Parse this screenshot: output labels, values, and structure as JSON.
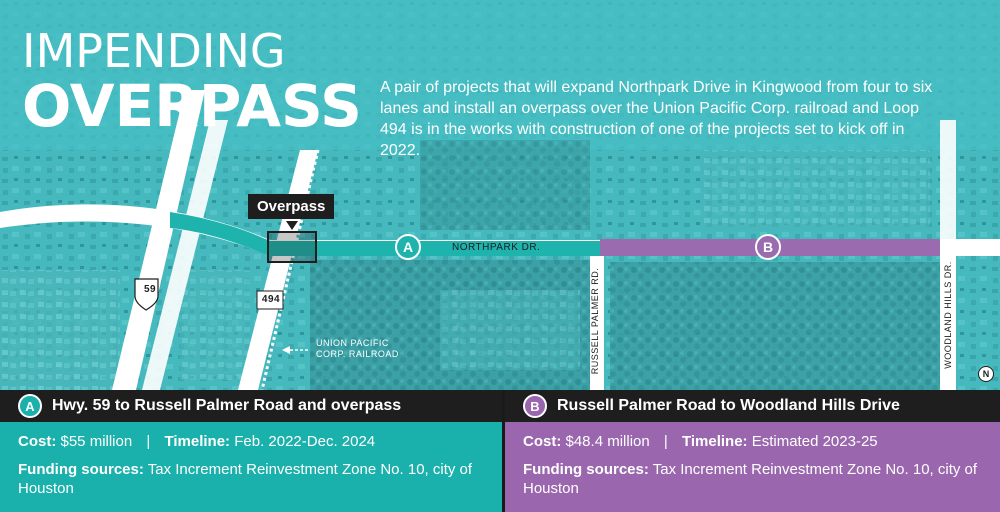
{
  "title": {
    "line1": "IMPENDING",
    "line2": "OVERPASS"
  },
  "intro": "A pair of projects that will expand Northpark Drive in Kingwood from four to six lanes and install an overpass over the Union Pacific Corp. railroad and Loop 494 is in the works with construction of one of the projects set to kick off in 2022.",
  "map": {
    "callout": "Overpass",
    "roads": {
      "northpark": "NORTHPARK DR.",
      "russell": "RUSSELL PALMER RD.",
      "woodland": "WOODLAND HILLS DR.",
      "hwy59": "59",
      "loop494": "494",
      "railroad": "UNION PACIFIC\nCORP. RAILROAD"
    },
    "markers": {
      "a": "A",
      "b": "B"
    },
    "compass": "N",
    "colors": {
      "map_teal": "#3fb8bd",
      "route_a": "#1fb3ad",
      "route_b": "#9b6bb0"
    }
  },
  "projects": [
    {
      "marker": "A",
      "heading": "Hwy. 59 to Russell Palmer Road and overpass",
      "cost_label": "Cost:",
      "cost_value": "$55 million",
      "timeline_label": "Timeline:",
      "timeline_value": "Feb. 2022-Dec. 2024",
      "funding_label": "Funding sources:",
      "funding_value": "Tax Increment Reinvestment Zone No. 10, city of Houston",
      "color": "#1ab0ab"
    },
    {
      "marker": "B",
      "heading": "Russell Palmer Road to Woodland Hills Drive",
      "cost_label": "Cost:",
      "cost_value": "$48.4 million",
      "timeline_label": "Timeline:",
      "timeline_value": "Estimated 2023-25",
      "funding_label": "Funding sources:",
      "funding_value": "Tax Increment Reinvestment Zone No. 10, city of Houston",
      "color": "#9a66ad"
    }
  ]
}
